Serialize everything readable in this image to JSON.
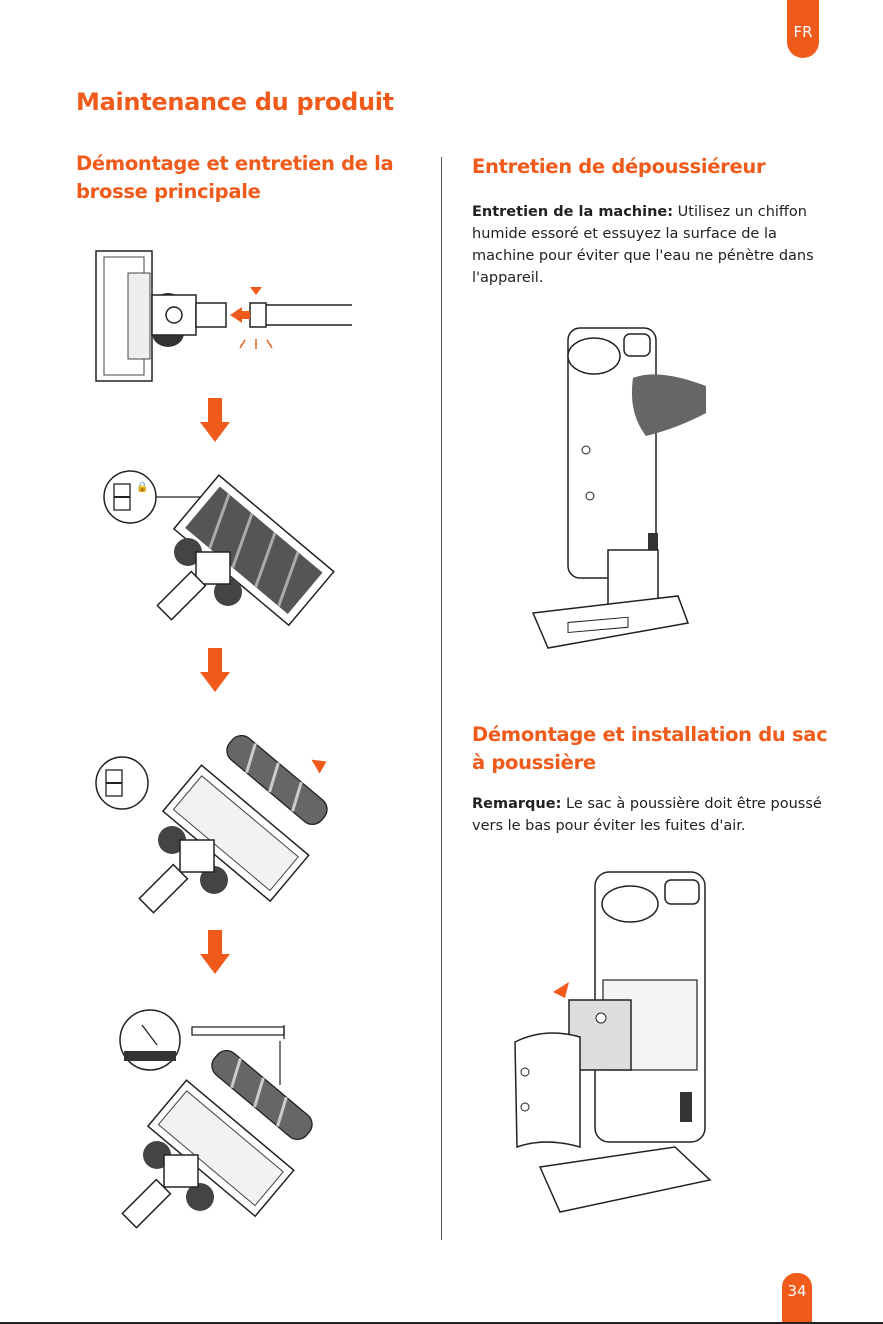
{
  "lang_tab": "FR",
  "page_title": "Maintenance du produit",
  "left": {
    "heading_line1": "Démontage et entretien de la",
    "heading_line2": "brosse principale"
  },
  "right": {
    "heading1": "Entretien de dépoussiéreur",
    "note1_label": "Entretien de la machine:",
    "note1_text": " Utilisez un chiffon humide essoré et essuyez la surface de la machine pour éviter que l'eau ne pénètre dans l'appareil.",
    "heading2_line1": "Démontage et installation du sac",
    "heading2_line2": "à poussière",
    "note2_label": "Remarque:",
    "note2_text": " Le sac à poussière doit être poussé vers le bas pour éviter les fuites d'air."
  },
  "page_number": "34",
  "colors": {
    "accent": "#f05a1a",
    "text": "#222222",
    "line": "#555555"
  }
}
